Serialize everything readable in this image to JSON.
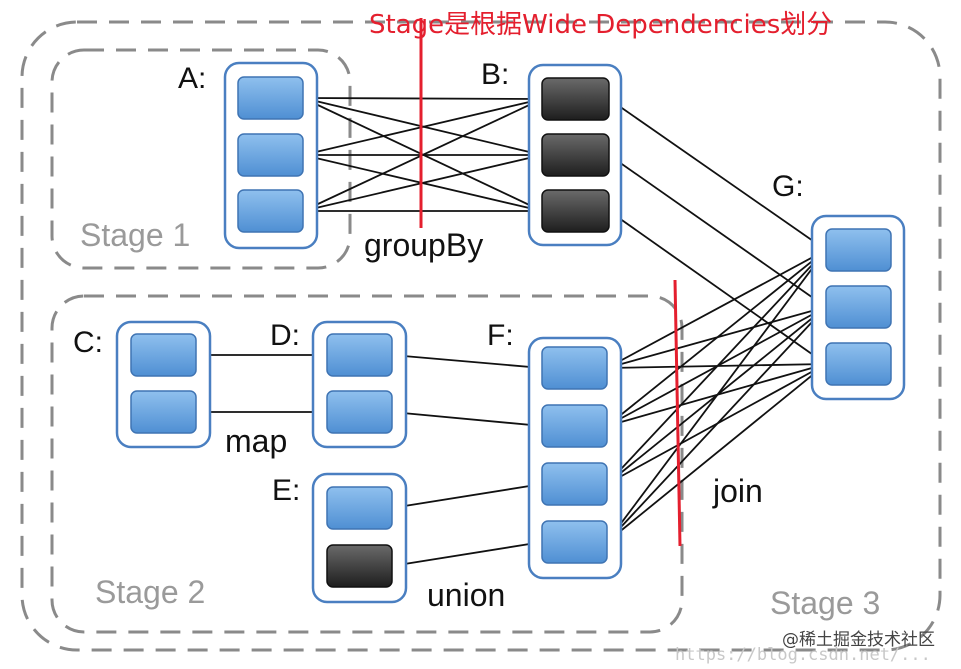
{
  "annotation": "Stage是根据Wide Dependencies划分",
  "stages": {
    "stage1": "Stage 1",
    "stage2": "Stage 2",
    "stage3": "Stage 3"
  },
  "rdds": {
    "A": "A:",
    "B": "B:",
    "C": "C:",
    "D": "D:",
    "E": "E:",
    "F": "F:",
    "G": "G:"
  },
  "operations": {
    "groupBy": "groupBy",
    "map": "map",
    "union": "union",
    "join": "join"
  },
  "watermark": {
    "site": "@稀土掘金技术社区",
    "faint_url": "https://blog.csdn.net/..."
  },
  "colors": {
    "partition_fill": "#5b9bd5",
    "partition_dark": "#3a3a3a",
    "rdd_border": "#4a7fc1",
    "stage_border": "#8a8a8a",
    "annotation_red": "#e41f2e"
  }
}
